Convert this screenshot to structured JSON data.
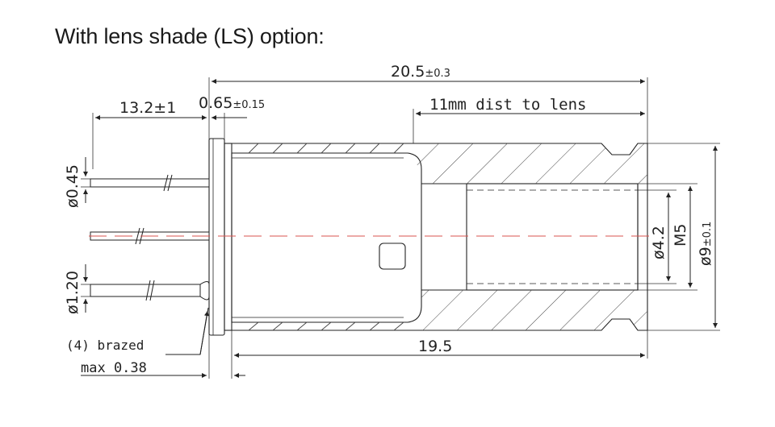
{
  "title": "With lens shade (LS) option:",
  "dimensions": {
    "overall_length": "20.5",
    "overall_length_tol": "±0.3",
    "dist_to_lens": "11mm dist to lens",
    "flange_thickness": "0.65",
    "flange_thickness_tol": "±0.15",
    "pin_length": "13.2±1",
    "pin_diameter": "ø0.45",
    "base_diameter": "ø1.20",
    "body_length": "19.5",
    "bore_diameter": "ø4.2",
    "thread": "M5",
    "outer_diameter": "ø9",
    "outer_diameter_tol": "±0.1"
  },
  "notes": {
    "brazed": "(4) brazed",
    "max_dim": "max 0.38"
  }
}
